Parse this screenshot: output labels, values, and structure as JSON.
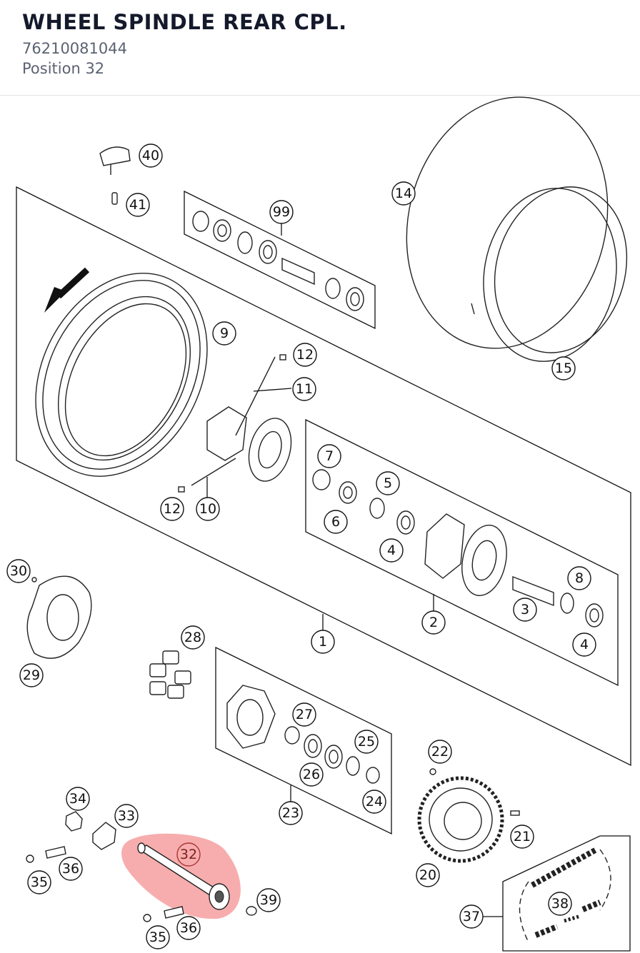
{
  "header": {
    "title": "WHEEL SPINDLE REAR CPL.",
    "part_number": "76210081044",
    "position_label": "Position 32"
  },
  "highlight_color": "#f06a6a",
  "callouts": {
    "c1": "1",
    "c2": "2",
    "c3": "3",
    "c4a": "4",
    "c4b": "4",
    "c5": "5",
    "c6": "6",
    "c7": "7",
    "c8": "8",
    "c9": "9",
    "c10": "10",
    "c11": "11",
    "c12a": "12",
    "c12b": "12",
    "c14": "14",
    "c15": "15",
    "c20": "20",
    "c21": "21",
    "c22": "22",
    "c23": "23",
    "c24": "24",
    "c25": "25",
    "c26": "26",
    "c27": "27",
    "c28": "28",
    "c29": "29",
    "c30": "30",
    "c32": "32",
    "c33": "33",
    "c34": "34",
    "c35a": "35",
    "c35b": "35",
    "c36a": "36",
    "c36b": "36",
    "c37": "37",
    "c38": "38",
    "c39": "39",
    "c40": "40",
    "c41": "41",
    "c99": "99"
  }
}
